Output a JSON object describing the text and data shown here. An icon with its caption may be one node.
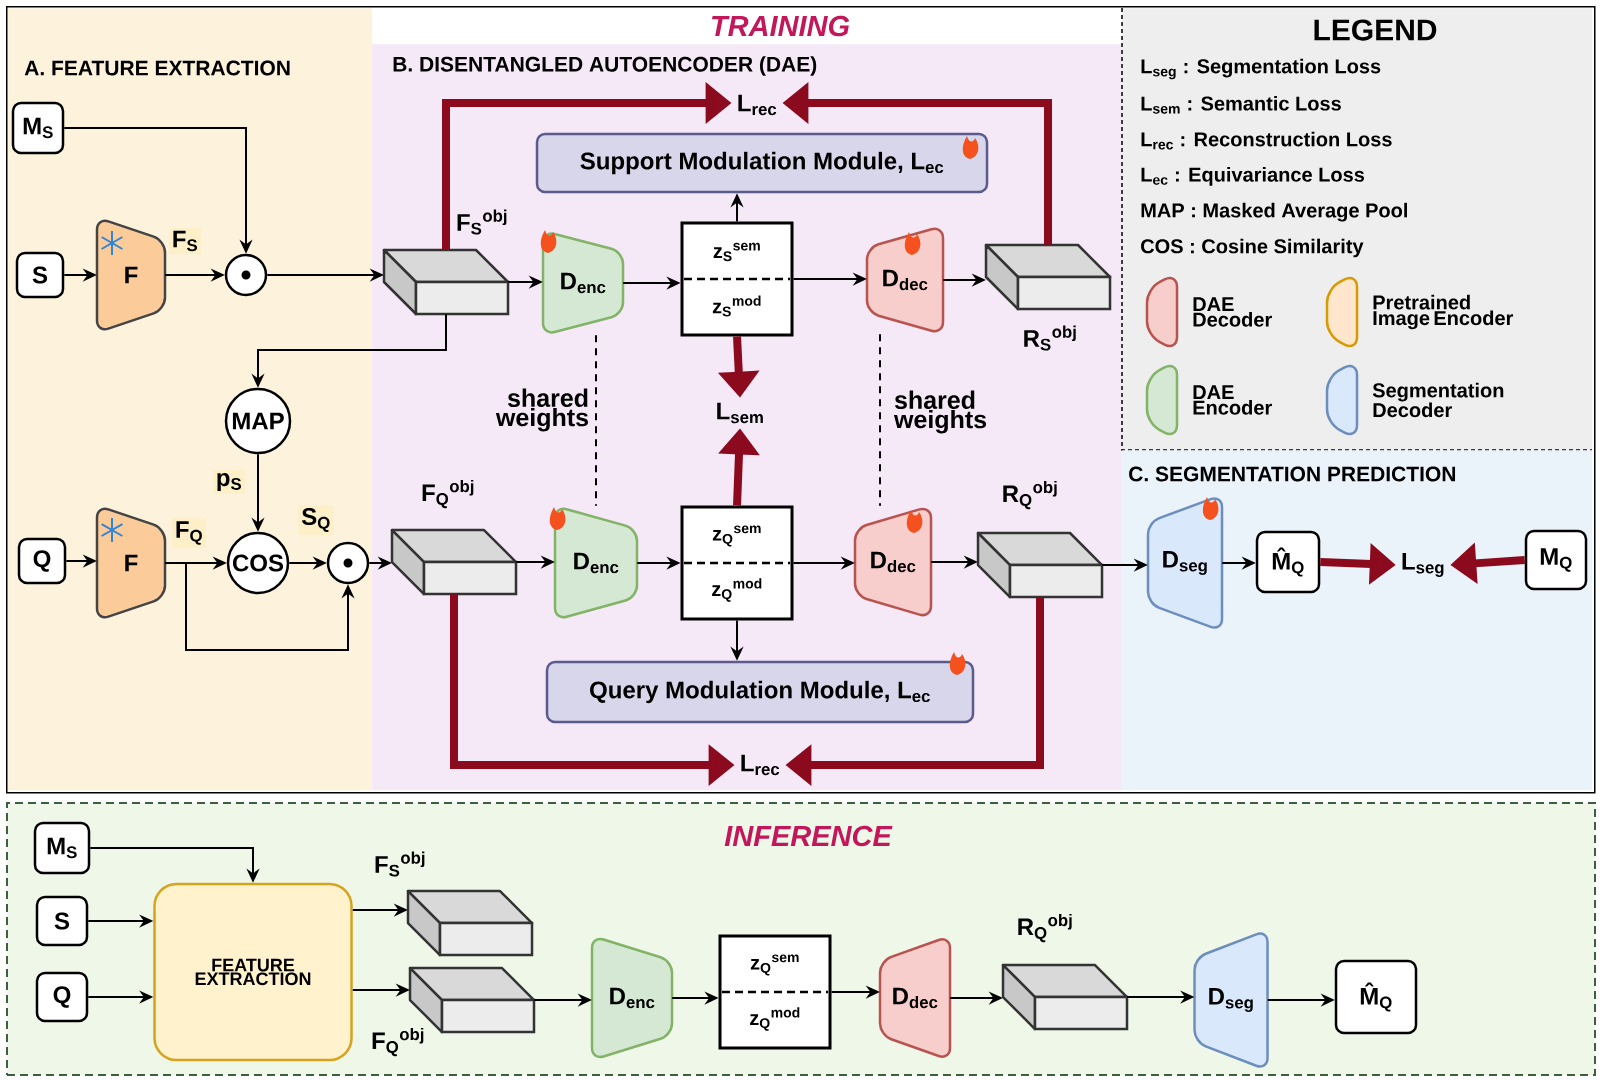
{
  "diagram": {
    "nodes": [
      {
        "text": [
          "TRAINING"
        ]
      },
      {
        "text": [
          "A. FEATURE EXTRACTION"
        ],
        "in": 0
      },
      {
        "text": [
          "B. DISENTANGLED AUTOENCODER (DAE)"
        ],
        "in": 0
      },
      {
        "text": [
          "LEGEND"
        ],
        "in": 0
      },
      {
        "text": [
          "C. SEGMENTATION PREDICTION"
        ],
        "in": 0
      },
      {
        "text": [
          "M$_{S}$"
        ],
        "in": 1
      },
      {
        "text": [
          "S"
        ],
        "in": 1
      },
      {
        "text": [
          "F"
        ],
        "in": 1
      },
      {
        "text": [],
        "shape": "circle",
        "in": 1
      },
      {
        "text": [
          "MAP"
        ],
        "in": 1
      },
      {
        "text": [
          "Q"
        ],
        "in": 1
      },
      {
        "text": [
          "F"
        ],
        "in": 1
      },
      {
        "text": [
          "COS"
        ],
        "in": 1
      },
      {
        "text": [],
        "shape": "circle",
        "in": 1
      },
      {
        "text": [
          "L$_{rec}$"
        ],
        "in": 2
      },
      {
        "text": [
          "Support Modulation Module, L$_{ec}$"
        ],
        "in": 2
      },
      {
        "text": [
          "F$_{S}$$^{obj}$"
        ],
        "in": 2
      },
      {
        "text": [
          "D$_{enc}$"
        ],
        "in": 2
      },
      {
        "text": [
          "z$_{S}$$^{sem}$",
          "z$_{S}$$^{mod}$"
        ],
        "in": 2
      },
      {
        "text": [
          "D$_{dec}$"
        ],
        "in": 2
      },
      {
        "text": [
          "R$_{S}$$^{obj}$"
        ],
        "in": 2
      },
      {
        "text": [
          "L$_{sem}$"
        ],
        "in": 2
      },
      {
        "text": [
          "F$_{Q}$$^{obj}$"
        ],
        "in": 2
      },
      {
        "text": [
          "D$_{enc}$"
        ],
        "in": 2
      },
      {
        "text": [
          "z$_{Q}$$^{sem}$",
          "z$_{Q}$$^{mod}$"
        ],
        "in": 2
      },
      {
        "text": [
          "D$_{dec}$"
        ],
        "in": 2
      },
      {
        "text": [
          "R$_{Q}$$^{obj}$"
        ],
        "in": 2
      },
      {
        "text": [
          "Query Modulation Module, L$_{ec}$"
        ],
        "in": 2
      },
      {
        "text": [
          "L$_{rec}$"
        ],
        "in": 2
      },
      {
        "text": [
          "D$_{seg}$"
        ],
        "in": 4
      },
      {
        "text": [
          "M̂$_{Q}$"
        ],
        "in": 4
      },
      {
        "text": [
          "L$_{seg}$"
        ],
        "in": 4
      },
      {
        "text": [
          "M$_{Q}$"
        ],
        "in": 4
      },
      {
        "text": [
          "INFERENCE"
        ]
      },
      {
        "text": [
          "M$_{S}$"
        ],
        "in": 33
      },
      {
        "text": [
          "S"
        ],
        "in": 33
      },
      {
        "text": [
          "Q"
        ],
        "in": 33
      },
      {
        "text": [
          "FEATURE EXTRACTION"
        ],
        "in": 33
      },
      {
        "text": [
          "F$_{S}$$^{obj}$"
        ],
        "in": 33
      },
      {
        "text": [
          "F$_{Q}$$^{obj}$"
        ],
        "in": 33
      },
      {
        "text": [
          "D$_{enc}$"
        ],
        "in": 33
      },
      {
        "text": [
          "z$_{Q}$$^{sem}$",
          "z$_{Q}$$^{mod}$"
        ],
        "in": 33
      },
      {
        "text": [
          "D$_{dec}$"
        ],
        "in": 33
      },
      {
        "text": [
          "R$_{Q}$$^{obj}$"
        ],
        "in": 33
      },
      {
        "text": [
          "D$_{seg}$"
        ],
        "in": 33
      },
      {
        "text": [
          "M̂$_{Q}$"
        ],
        "in": 33
      }
    ],
    "edges": [
      {
        "from": 5,
        "to": 8,
        "arrow": "to"
      },
      {
        "from": 6,
        "to": 7,
        "arrow": "to"
      },
      {
        "from": 7,
        "to": 8,
        "arrow": "to",
        "label": "F$_{S}$"
      },
      {
        "from": 8,
        "to": 16,
        "arrow": "to"
      },
      {
        "from": 16,
        "to": 9,
        "arrow": "to"
      },
      {
        "from": 9,
        "to": 12,
        "arrow": "to",
        "label": "p$_{S}$"
      },
      {
        "from": 10,
        "to": 11,
        "arrow": "to"
      },
      {
        "from": 11,
        "to": 12,
        "arrow": "to",
        "label": "F$_{Q}$"
      },
      {
        "from": 12,
        "to": 13,
        "arrow": "to",
        "label": "S$_{Q}$"
      },
      {
        "from": 11,
        "to": 13,
        "arrow": "to"
      },
      {
        "from": 13,
        "to": 22,
        "arrow": "to"
      },
      {
        "from": 16,
        "to": 17,
        "arrow": "to"
      },
      {
        "from": 17,
        "to": 18,
        "arrow": "to"
      },
      {
        "from": 18,
        "to": 19,
        "arrow": "to"
      },
      {
        "from": 19,
        "to": 20,
        "arrow": "to"
      },
      {
        "from": 18,
        "to": 15,
        "arrow": "to"
      },
      {
        "from": 16,
        "to": 14,
        "arrow": "to",
        "style": "thick",
        "color": "#8b0a1e"
      },
      {
        "from": 20,
        "to": 14,
        "arrow": "to",
        "style": "thick",
        "color": "#8b0a1e"
      },
      {
        "from": 18,
        "to": 21,
        "arrow": "to",
        "style": "thick",
        "color": "#8b0a1e"
      },
      {
        "from": 24,
        "to": 21,
        "arrow": "to",
        "style": "thick",
        "color": "#8b0a1e"
      },
      {
        "from": 17,
        "to": 23,
        "arrow": "none",
        "style": "dashed",
        "label": "shared weights"
      },
      {
        "from": 19,
        "to": 25,
        "arrow": "none",
        "style": "dashed",
        "label": "shared weights"
      },
      {
        "from": 22,
        "to": 23,
        "arrow": "to"
      },
      {
        "from": 23,
        "to": 24,
        "arrow": "to"
      },
      {
        "from": 24,
        "to": 25,
        "arrow": "to"
      },
      {
        "from": 25,
        "to": 26,
        "arrow": "to"
      },
      {
        "from": 24,
        "to": 27,
        "arrow": "to"
      },
      {
        "from": 22,
        "to": 28,
        "arrow": "to",
        "style": "thick",
        "color": "#8b0a1e"
      },
      {
        "from": 26,
        "to": 28,
        "arrow": "to",
        "style": "thick",
        "color": "#8b0a1e"
      },
      {
        "from": 26,
        "to": 29,
        "arrow": "to"
      },
      {
        "from": 29,
        "to": 30,
        "arrow": "to"
      },
      {
        "from": 30,
        "to": 31,
        "arrow": "to",
        "style": "thick",
        "color": "#8b0a1e"
      },
      {
        "from": 32,
        "to": 31,
        "arrow": "to",
        "style": "thick",
        "color": "#8b0a1e"
      },
      {
        "from": 34,
        "to": 37,
        "arrow": "to"
      },
      {
        "from": 35,
        "to": 37,
        "arrow": "to"
      },
      {
        "from": 36,
        "to": 37,
        "arrow": "to"
      },
      {
        "from": 37,
        "to": 38,
        "arrow": "to"
      },
      {
        "from": 37,
        "to": 39,
        "arrow": "to"
      },
      {
        "from": 39,
        "to": 40,
        "arrow": "to"
      },
      {
        "from": 40,
        "to": 41,
        "arrow": "to"
      },
      {
        "from": 41,
        "to": 42,
        "arrow": "to"
      },
      {
        "from": 42,
        "to": 43,
        "arrow": "to"
      },
      {
        "from": 43,
        "to": 44,
        "arrow": "to"
      },
      {
        "from": 44,
        "to": 45,
        "arrow": "to"
      }
    ],
    "legend": [
      {
        "text": "L$_{seg}$ : Segmentation Loss"
      },
      {
        "text": "L$_{sem}$ : Semantic Loss"
      },
      {
        "text": "L$_{rec}$ : Reconstruction Loss"
      },
      {
        "text": "L$_{ec}$ : Equivariance Loss"
      },
      {
        "text": "MAP : Masked Average Pool"
      },
      {
        "text": "COS : Cosine Similarity"
      },
      {
        "text": "DAE Decoder"
      },
      {
        "text": "Pretrained Image Encoder"
      },
      {
        "text": "DAE Encoder"
      },
      {
        "text": "Segmentation Decoder"
      }
    ]
  }
}
